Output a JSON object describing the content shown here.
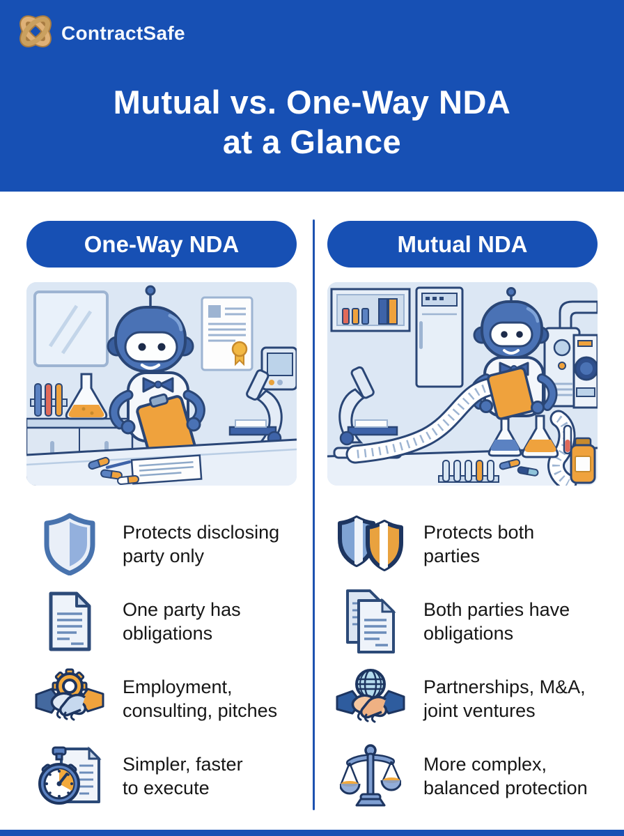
{
  "header": {
    "brand": "ContractSafe",
    "brand_logo": "knot-logo-icon",
    "title_line1": "Mutual vs. One-Way NDA",
    "title_line2": "at a Glance"
  },
  "columns": [
    {
      "title": "One-Way NDA",
      "illustration": "robot-with-single-clipboard-in-lab",
      "features": [
        {
          "icon": "shield-icon",
          "lines": [
            "Protects disclosing",
            "party only"
          ]
        },
        {
          "icon": "document-icon",
          "lines": [
            "One party has",
            "obligations"
          ]
        },
        {
          "icon": "gear-handshake-icon",
          "lines": [
            "Employment,",
            "consulting, pitches"
          ]
        },
        {
          "icon": "stopwatch-document-icon",
          "lines": [
            "Simpler, faster",
            "to execute"
          ]
        }
      ]
    },
    {
      "title": "Mutual NDA",
      "illustration": "robot-with-long-scroll-in-lab",
      "features": [
        {
          "icon": "double-shield-icon",
          "lines": [
            "Protects both",
            "parties"
          ]
        },
        {
          "icon": "documents-icon",
          "lines": [
            "Both parties have",
            "obligations"
          ]
        },
        {
          "icon": "globe-handshake-icon",
          "lines": [
            "Partnerships, M&A,",
            "joint ventures"
          ]
        },
        {
          "icon": "scales-icon",
          "lines": [
            "More complex,",
            "balanced protection"
          ]
        }
      ]
    }
  ],
  "colors": {
    "brand_blue": "#1750b4",
    "accent_gold": "#e8a23c",
    "outline_navy": "#2a4676",
    "illustration_bg": "#dce7f4",
    "text_dark": "#161616"
  }
}
